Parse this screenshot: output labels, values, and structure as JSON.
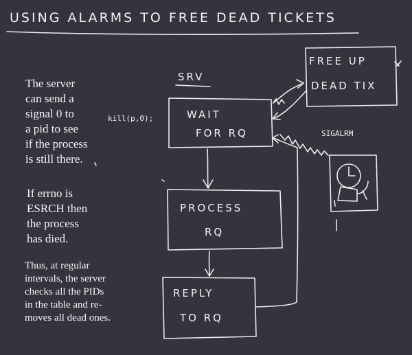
{
  "title": "USING ALARMS TO FREE DEAD TICKETS",
  "notes": {
    "para1": [
      "The server",
      "can send a",
      "signal 0 to",
      "a pid to see",
      "if the process",
      "is still there."
    ],
    "para2": [
      "If errno is",
      "ESRCH then",
      "the process",
      "has died."
    ],
    "para3": [
      "Thus, at regular",
      "intervals, the server",
      "checks all the PIDs",
      "in the table and re-",
      "moves all dead ones."
    ]
  },
  "code_label": "kill(p,0);",
  "signal_label": "SIGALRM",
  "diagram": {
    "srv_label": "SRV",
    "boxes": {
      "wait": [
        "WAIT",
        "FOR RQ"
      ],
      "free": [
        "FREE UP",
        "DEAD TIX"
      ],
      "process": [
        "PROCESS",
        "RQ"
      ],
      "reply": [
        "REPLY",
        "TO RQ"
      ]
    }
  },
  "colors": {
    "background": "#34343e",
    "chalk": "#ececec"
  }
}
